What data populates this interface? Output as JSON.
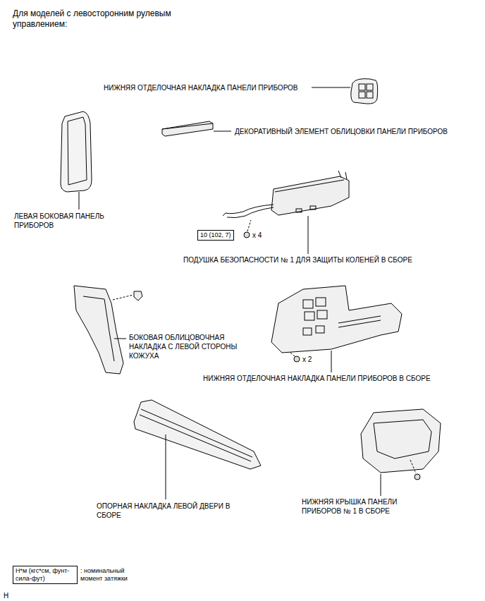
{
  "diagram": {
    "title": "Для моделей с левосторонним рулевым управлением:",
    "nodes": [
      {
        "text": [
          "10 (102, 7)"
        ]
      },
      {
        "text": [
          "Н*м (кгс*см, фунт-сила-фут)"
        ]
      }
    ],
    "labels": [
      "НИЖНЯЯ ОТДЕЛОЧНАЯ НАКЛАДКА ПАНЕЛИ ПРИБОРОВ",
      "ДЕКОРАТИВНЫЙ ЭЛЕМЕНТ ОБЛИЦОВКИ ПАНЕЛИ ПРИБОРОВ",
      "ЛЕВАЯ БОКОВАЯ ПАНЕЛЬ ПРИБОРОВ",
      "x 4",
      "ПОДУШКА БЕЗОПАСНОСТИ № 1 ДЛЯ ЗАЩИТЫ КОЛЕНЕЙ В СБОРЕ",
      "БОКОВАЯ ОБЛИЦОВОЧНАЯ НАКЛАДКА С ЛЕВОЙ СТОРОНЫ КОЖУХА",
      "x 2",
      "НИЖНЯЯ ОТДЕЛОЧНАЯ НАКЛАДКА ПАНЕЛИ ПРИБОРОВ В СБОРЕ",
      "ОПОРНАЯ НАКЛАДКА ЛЕВОЙ ДВЕРИ В СБОРЕ",
      "НИЖНЯЯ КРЫШКА ПАНЕЛИ ПРИБОРОВ № 1 В СБОРЕ",
      "H"
    ],
    "legend": [
      {
        "text": ": номинальный момент затяжки"
      }
    ]
  }
}
